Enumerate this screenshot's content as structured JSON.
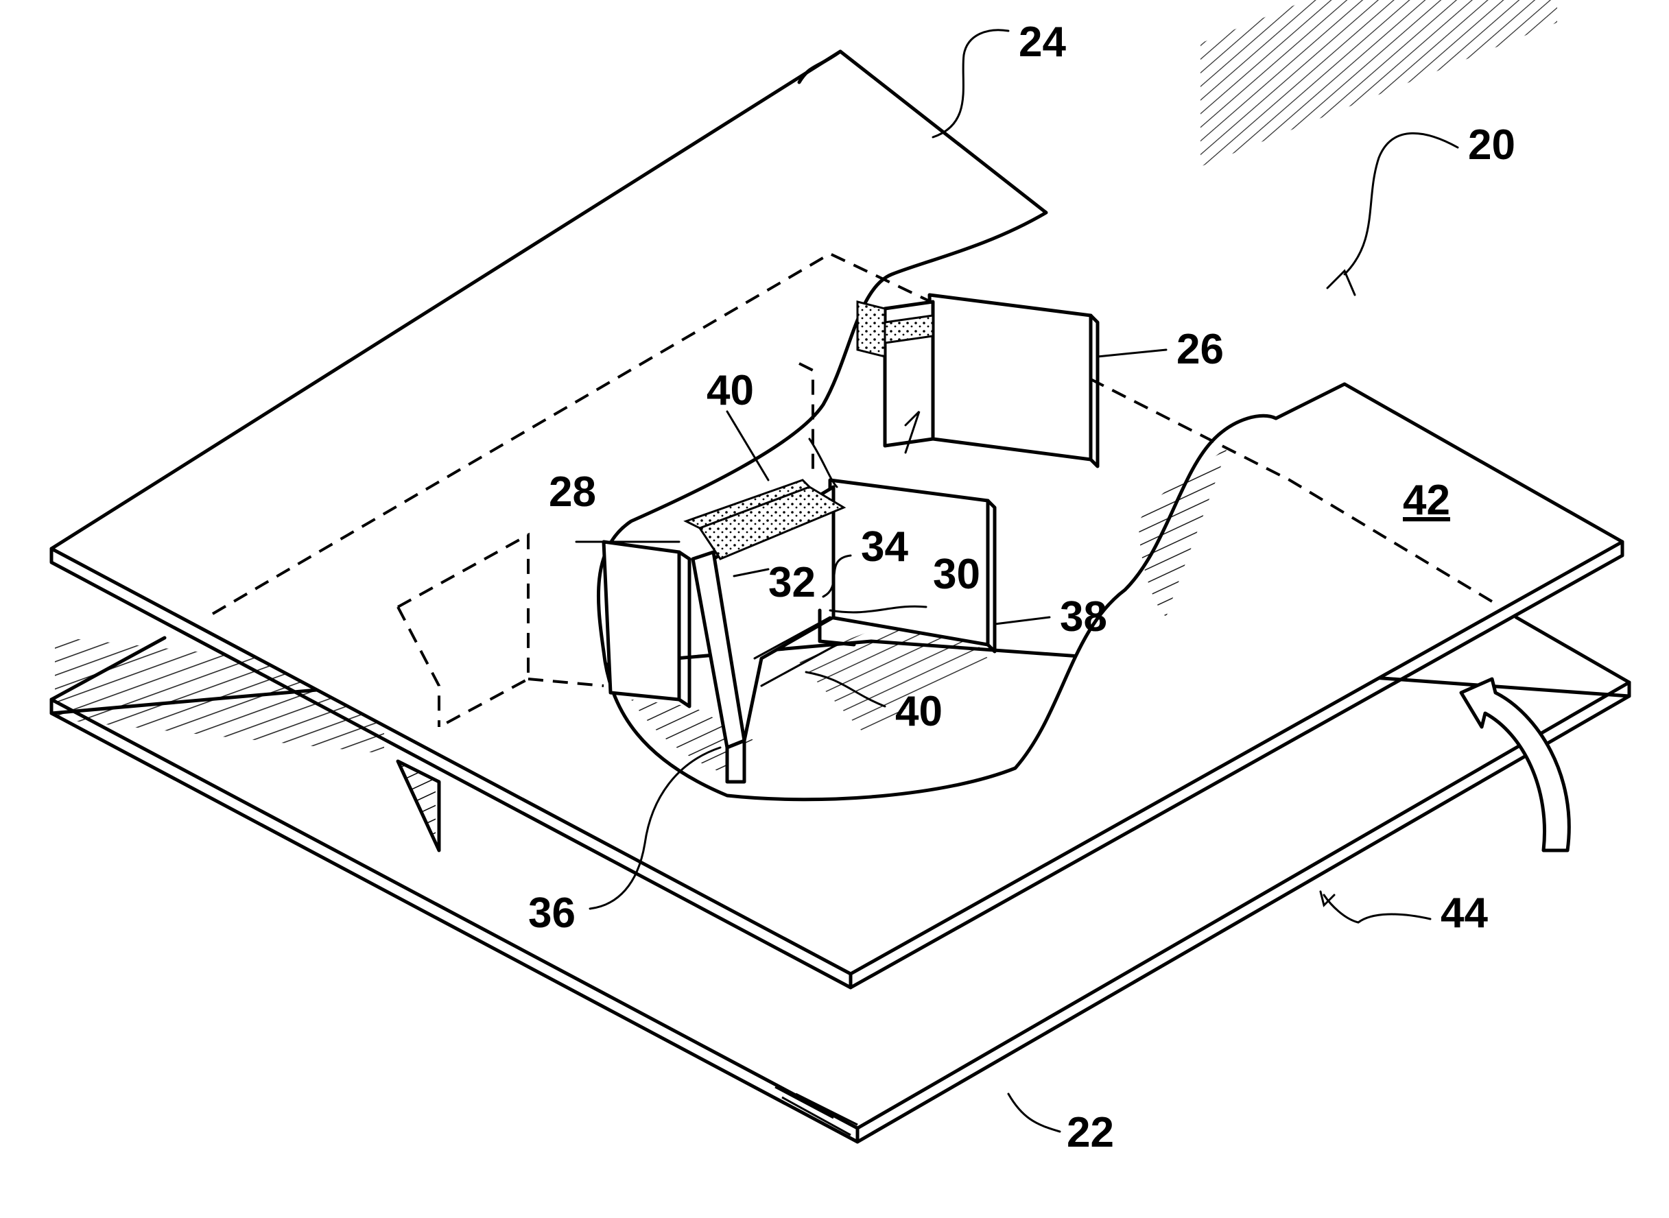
{
  "figure": {
    "reference_numerals": [
      {
        "id": "n24",
        "text": "24"
      },
      {
        "id": "n20",
        "text": "20"
      },
      {
        "id": "n26",
        "text": "26"
      },
      {
        "id": "n40a",
        "text": "40"
      },
      {
        "id": "n28",
        "text": "28"
      },
      {
        "id": "n42",
        "text": "42"
      },
      {
        "id": "n34",
        "text": "34"
      },
      {
        "id": "n32",
        "text": "32"
      },
      {
        "id": "n30",
        "text": "30"
      },
      {
        "id": "n38",
        "text": "38"
      },
      {
        "id": "n40b",
        "text": "40"
      },
      {
        "id": "n36",
        "text": "36"
      },
      {
        "id": "n44",
        "text": "44"
      },
      {
        "id": "n22",
        "text": "22"
      }
    ]
  }
}
